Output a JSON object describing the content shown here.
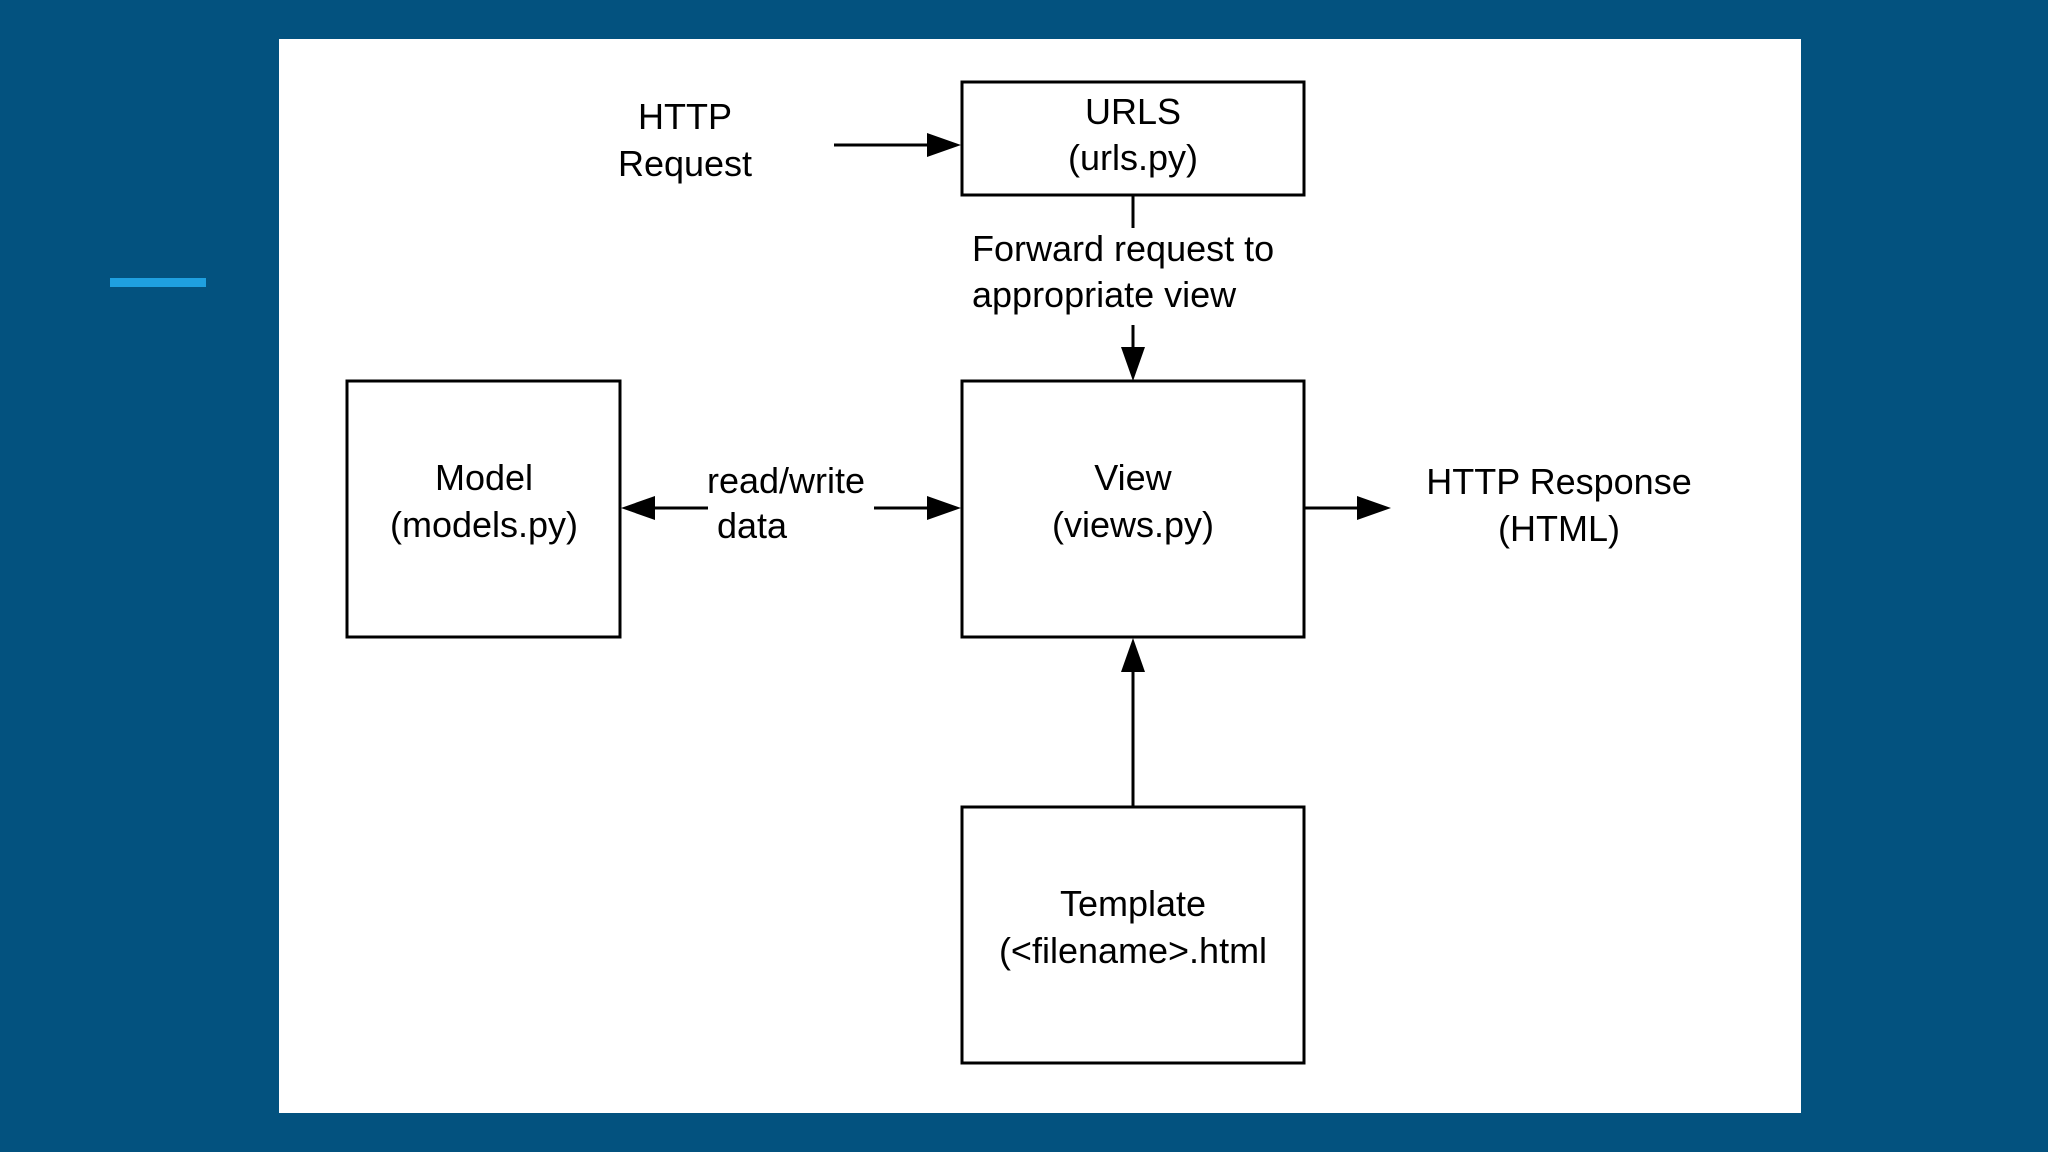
{
  "diagram": {
    "http_request": {
      "line1": "HTTP",
      "line2": "Request"
    },
    "urls": {
      "line1": "URLS",
      "line2": "(urls.py)"
    },
    "forward_label": {
      "line1": "Forward request to",
      "line2": "appropriate view"
    },
    "model": {
      "line1": "Model",
      "line2": "(models.py)"
    },
    "read_write": {
      "line1": "read/write",
      "line2": "data"
    },
    "view": {
      "line1": "View",
      "line2": "(views.py)"
    },
    "http_response": {
      "line1": "HTTP Response",
      "line2": "(HTML)"
    },
    "template": {
      "line1": "Template",
      "line2": "(<filename>.html"
    }
  },
  "colors": {
    "slide_background": "#03527f",
    "accent": "#1fa0e0",
    "card": "#ffffff"
  }
}
